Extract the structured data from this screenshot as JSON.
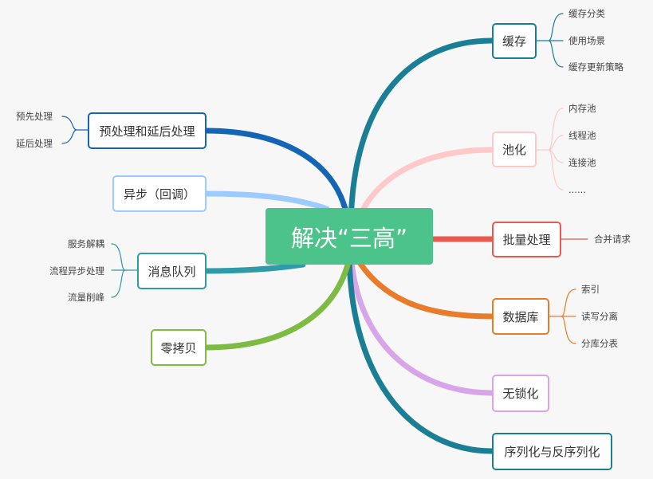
{
  "center": {
    "label": "解决“三高”",
    "color": "#4cc38a"
  },
  "right": [
    {
      "label": "缓存",
      "color": "#1a7f94",
      "children": [
        "缓存分类",
        "使用场景",
        "缓存更新策略"
      ]
    },
    {
      "label": "池化",
      "color": "#ffc9c9",
      "children": [
        "内存池",
        "线程池",
        "连接池",
        "......"
      ]
    },
    {
      "label": "批量处理",
      "color": "#e85a4f",
      "children": [
        "合并请求"
      ]
    },
    {
      "label": "数据库",
      "color": "#e87c2a",
      "children": [
        "索引",
        "读写分离",
        "分库分表"
      ]
    },
    {
      "label": "无锁化",
      "color": "#d8a6e8",
      "children": []
    },
    {
      "label": "序列化与反序列化",
      "color": "#1a7f94",
      "children": []
    }
  ],
  "left": [
    {
      "label": "预处理和延后处理",
      "color": "#1565b5",
      "children": [
        "预先处理",
        "延后处理"
      ]
    },
    {
      "label": "异步（回调）",
      "color": "#9ccbff",
      "children": []
    },
    {
      "label": "消息队列",
      "color": "#2f9aa8",
      "children": [
        "服务解耦",
        "流程异步处理",
        "流量削峰"
      ]
    },
    {
      "label": "零拷贝",
      "color": "#7dbb42",
      "children": []
    }
  ]
}
